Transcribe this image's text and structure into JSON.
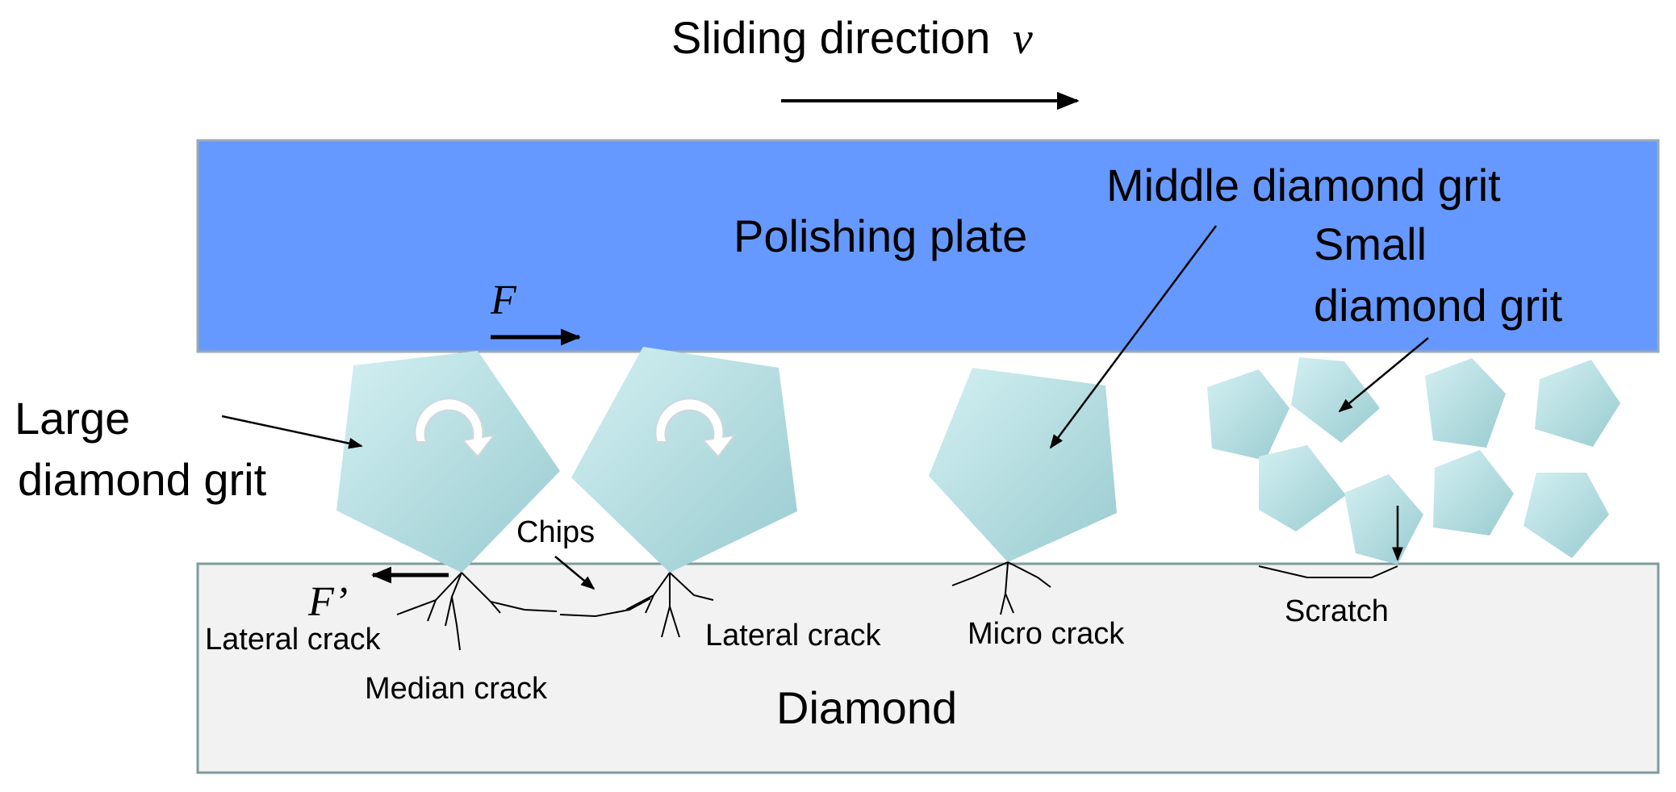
{
  "title": {
    "text": "Sliding direction",
    "variable": "v"
  },
  "labels": {
    "polishing_plate": "Polishing plate",
    "middle_grit": "Middle diamond grit",
    "small_grit_line1": "Small",
    "small_grit_line2": "diamond grit",
    "large_grit_line1": "Large",
    "large_grit_line2": "diamond grit",
    "force_f": "F",
    "force_f_prime": "F’",
    "chips": "Chips",
    "lateral_crack_1": "Lateral crack",
    "lateral_crack_2": "Lateral crack",
    "median_crack": "Median crack",
    "micro_crack": "Micro crack",
    "scratch": "Scratch",
    "diamond": "Diamond"
  },
  "colors": {
    "plate": "#6699ff",
    "plate_border": "#9aa9b9",
    "grit_light": "#c8ecee",
    "grit_dark": "#9ccdd2",
    "diamond_fill": "#f2f2f2",
    "diamond_border": "#7f9b9e",
    "ink": "#000000"
  },
  "icons": {
    "rotation": "clockwise-rotation-arrow-icon"
  }
}
